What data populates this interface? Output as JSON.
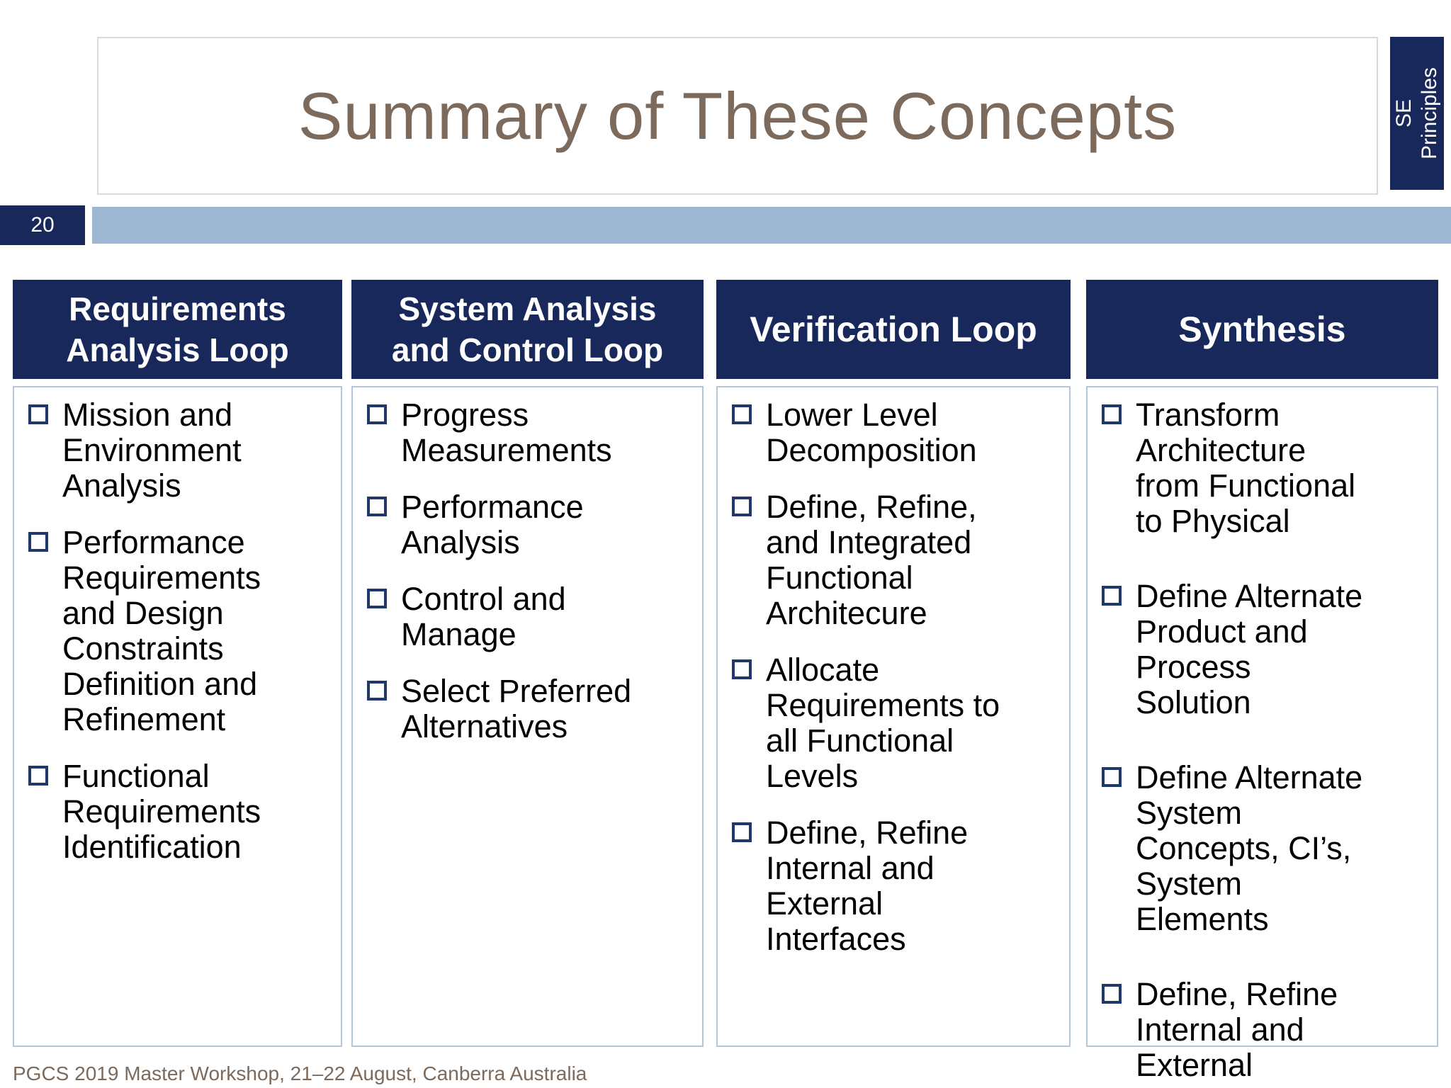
{
  "slide": {
    "title": "Summary of These Concepts",
    "side_tab_label": "SE\nPrinciples",
    "page_number": "20",
    "footer": "PGCS 2019 Master Workshop, 21–22 August, Canberra Australia"
  },
  "colors": {
    "header_navy": "#18285a",
    "accent_bar_blue": "#9db7d2",
    "content_box_border": "#b3c6dc",
    "title_text_brown": "#7c6a5c",
    "bullet_square_navy": "#21386b"
  },
  "columns": [
    {
      "header": "Requirements\nAnalysis Loop",
      "items": [
        "Mission and\nEnvironment\nAnalysis",
        "Performance\nRequirements\nand Design\nConstraints\nDefinition and\nRefinement",
        "Functional\nRequirements\nIdentification"
      ]
    },
    {
      "header": "System Analysis\nand Control Loop",
      "items": [
        "Progress\nMeasurements",
        "Performance\nAnalysis",
        "Control and\nManage",
        "Select Preferred\nAlternatives"
      ]
    },
    {
      "header": "Verification Loop",
      "items": [
        "Lower Level\nDecomposition",
        "Define, Refine,\nand Integrated\nFunctional\nArchitecure",
        "Allocate\nRequirements to\nall Functional\nLevels",
        "Define, Refine\nInternal and\nExternal\nInterfaces"
      ]
    },
    {
      "header": "Synthesis",
      "items": [
        "Transform\nArchitecture\nfrom Functional\nto Physical",
        "Define Alternate\nProduct and\nProcess\nSolution",
        "Define Alternate\nSystem\nConcepts, CI’s,\nSystem\nElements",
        "Define, Refine\nInternal and\nExternal"
      ]
    }
  ]
}
